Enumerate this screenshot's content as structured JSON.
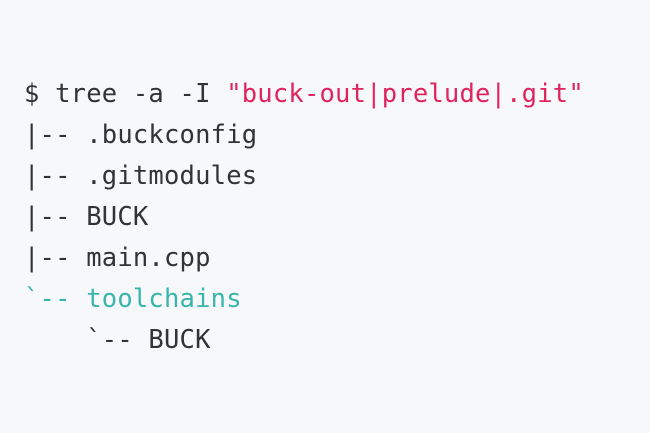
{
  "colors": {
    "background": "#f6f8fa",
    "text": "#333333",
    "string": "#e0245e",
    "directory": "#3ab5ad"
  },
  "command": {
    "prompt": "$ ",
    "cmd": "tree -a -I ",
    "arg": "\"buck-out|prelude|.git\""
  },
  "tree": [
    {
      "prefix": "|-- ",
      "name": ".buckconfig"
    },
    {
      "prefix": "|-- ",
      "name": ".gitmodules"
    },
    {
      "prefix": "|-- ",
      "name": "BUCK"
    },
    {
      "prefix": "|-- ",
      "name": "main.cpp"
    },
    {
      "prefix": "`-- ",
      "name": "toolchains"
    },
    {
      "prefix": "    `-- ",
      "name": "BUCK"
    }
  ]
}
